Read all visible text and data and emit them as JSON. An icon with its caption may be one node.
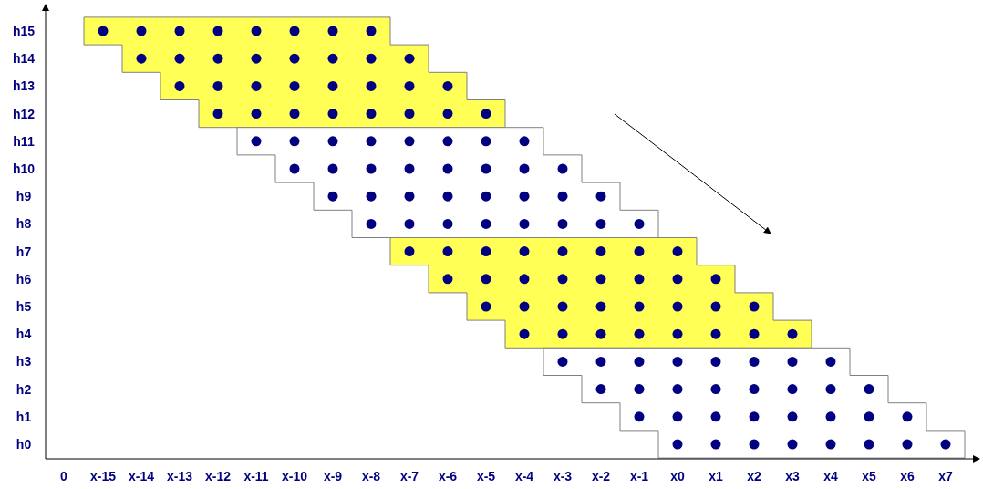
{
  "diagram": {
    "labels": [
      "h15",
      "h14",
      "h13",
      "h12",
      "h11",
      "h10",
      "h9",
      "h8",
      "h7",
      "h6",
      "h5",
      "h4",
      "h3",
      "h2",
      "h1",
      "h0",
      "0",
      "x-15",
      "x-14",
      "x-13",
      "x-12",
      "x-11",
      "x-10",
      "x-9",
      "x-8",
      "x-7",
      "x-6",
      "x-5",
      "x-4",
      "x-3",
      "x-2",
      "x-1",
      "x0",
      "x1",
      "x2",
      "x3",
      "x4",
      "x5",
      "x6",
      "x7"
    ]
  }
}
